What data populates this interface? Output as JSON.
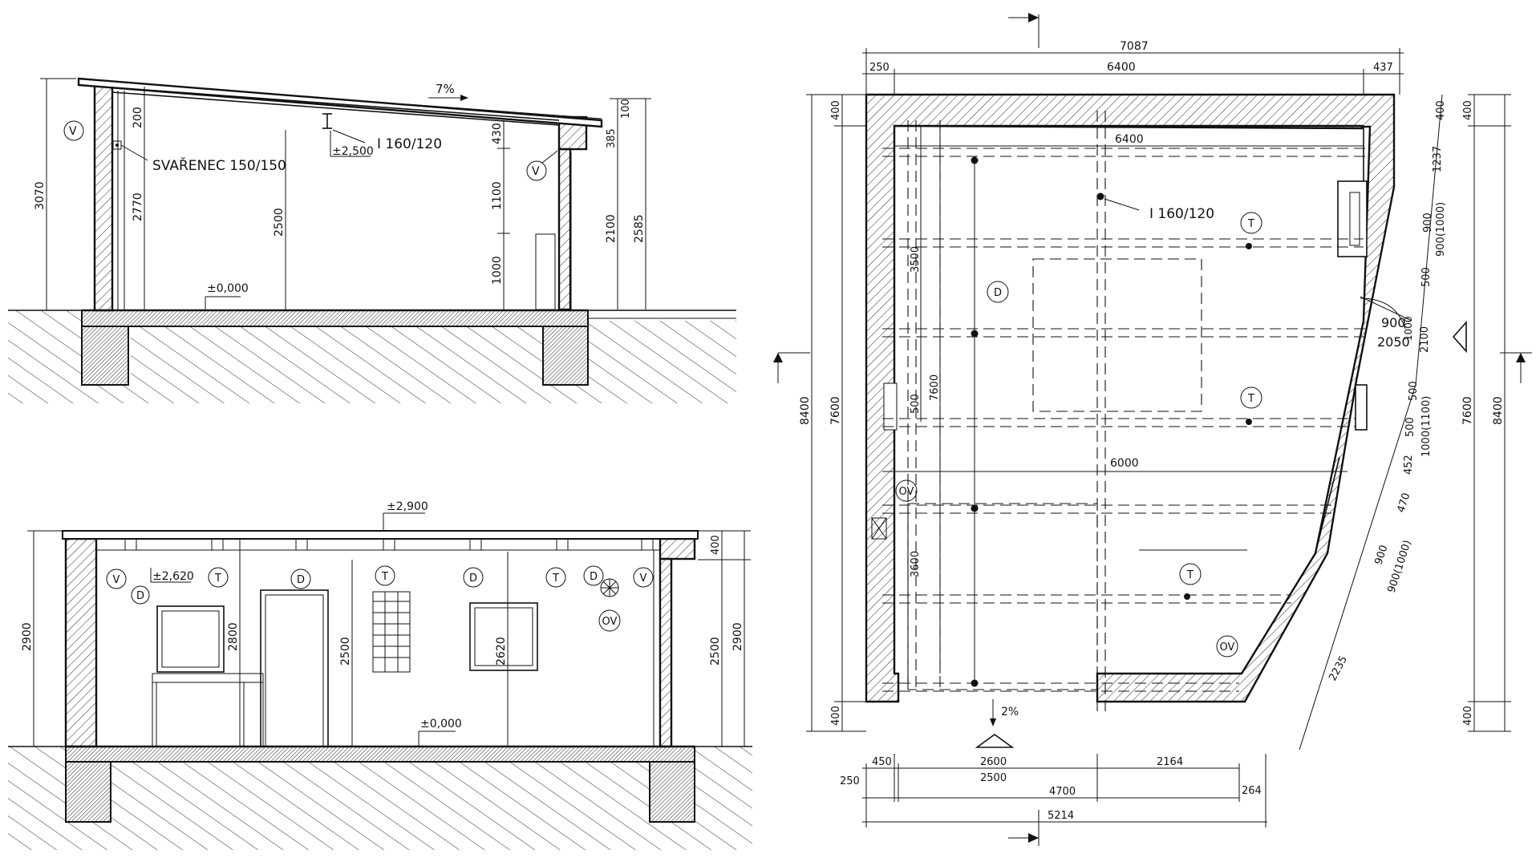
{
  "section_long": {
    "labels": {
      "slope": "7%",
      "weld": "SVAŘENEC 150/150",
      "beam": "I 160/120",
      "level_top": "±2,500",
      "level_floor": "±0,000",
      "mark_v1": "V",
      "mark_v2": "V"
    },
    "dims": {
      "overall_h": "3070",
      "d200": "200",
      "d2770": "2770",
      "d2500": "2500",
      "d430": "430",
      "d1100": "1100",
      "d1000": "1000",
      "d100": "100",
      "d385": "385",
      "d2100": "2100",
      "d2585": "2585"
    }
  },
  "section_cross": {
    "labels": {
      "level_top": "±2,900",
      "level_beam": "±2,620",
      "level_floor": "±0,000",
      "marks": [
        "V",
        "D",
        "T",
        "D",
        "T",
        "D",
        "T",
        "D",
        "V",
        "OV"
      ]
    },
    "dims": {
      "left_h": "2900",
      "d2800": "2800",
      "d2500a": "2500",
      "d2620": "2620",
      "d400": "400",
      "d2500b": "2500",
      "right_h": "2900"
    }
  },
  "plan": {
    "labels": {
      "beam": "I 160/120",
      "slope": "2%",
      "marks": [
        "D",
        "T",
        "T",
        "T",
        "OV",
        "OV"
      ]
    },
    "dims_top": {
      "overall": "7087",
      "left": "250",
      "mid": "6400",
      "right": "437",
      "inner": "6400"
    },
    "dims_left": {
      "outer": "8400",
      "inner": "7600",
      "top": "400",
      "bottom": "400",
      "d3500": "3500",
      "d7600": "7600",
      "d500": "500",
      "d3600": "3600"
    },
    "dims_right": {
      "outer": "8400",
      "inner": "7600",
      "top": "400",
      "bottom": "400",
      "d1237": "1237",
      "d900a": "900",
      "d900b": "900(1000)",
      "d500a": "500",
      "d2100": "2100",
      "d1000": "1000",
      "d500b": "500",
      "d500c": "500",
      "d1000b": "1000(1100)",
      "d452": "452",
      "d470": "470",
      "d900c": "900",
      "d900d": "900(1000)",
      "d2235": "2235"
    },
    "dims_door": {
      "w": "900",
      "h": "2050"
    },
    "dims_inner": {
      "d6000": "6000"
    },
    "dims_bottom": {
      "d450": "450",
      "d2600": "2600",
      "d2500": "2500",
      "d2164": "2164",
      "d250": "250",
      "d4700": "4700",
      "d264": "264",
      "d5214": "5214"
    }
  }
}
